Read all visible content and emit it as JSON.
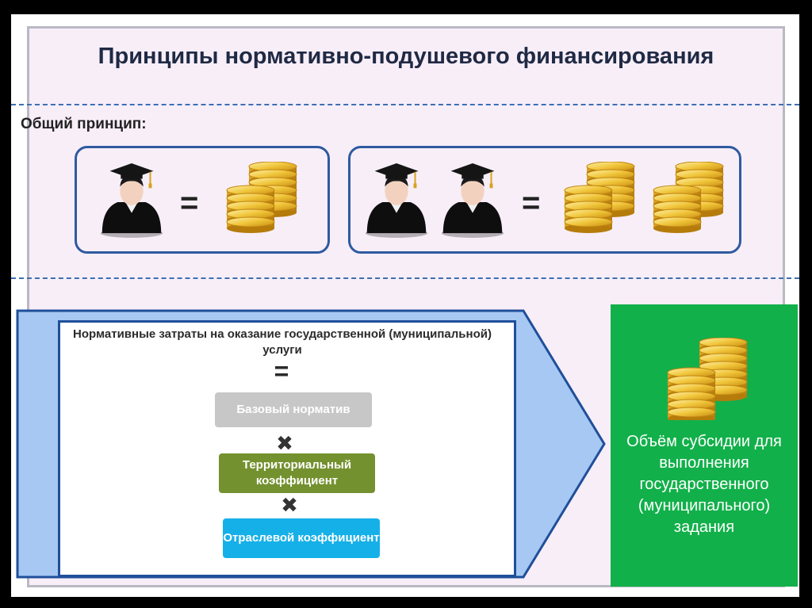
{
  "title": "Принципы нормативно-подушевого финансирования",
  "subtitle": "Общий принцип:",
  "principle": {
    "equals_sign": "="
  },
  "formula": {
    "heading": "Нормативные затраты на оказание государственной (муниципальной) услуги",
    "equals_sign": "=",
    "multiply_sign": "✖",
    "base": "Базовый норматив",
    "territorial": "Территориальный коэффициент",
    "sectoral": "Отраслевой коэффициент"
  },
  "result": "Объём субсидии для выполнения государственного (муниципального) задания",
  "colors": {
    "title": "#1f2a44",
    "box_border": "#2f5aa0",
    "arrow_fill": "#a6c8f2",
    "base_pill": "#c7c7c7",
    "territorial_pill": "#74912f",
    "sectoral_pill": "#16b0e8",
    "result_bg": "#12b04a"
  },
  "icons": {
    "student": "graduate-icon",
    "money": "coin-stack-icon"
  }
}
